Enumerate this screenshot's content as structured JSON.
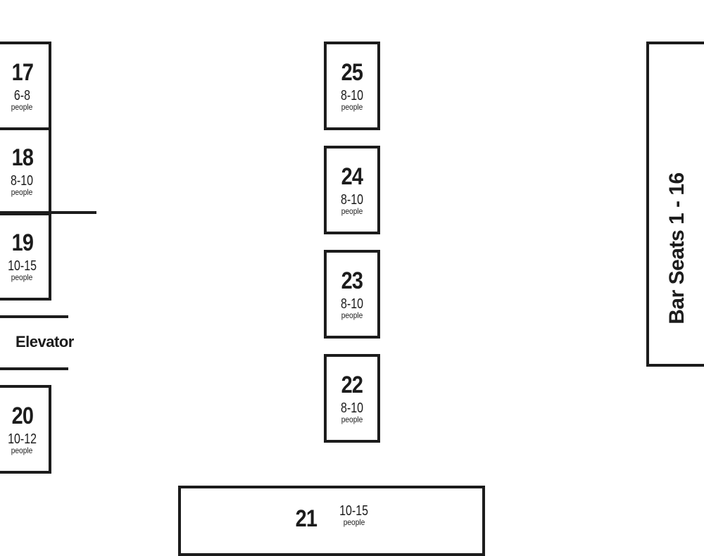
{
  "tables": [
    {
      "id": "17",
      "capacity": "6-8",
      "unit": "people"
    },
    {
      "id": "18",
      "capacity": "8-10",
      "unit": "people"
    },
    {
      "id": "19",
      "capacity": "10-15",
      "unit": "people"
    },
    {
      "id": "20",
      "capacity": "10-12",
      "unit": "people"
    },
    {
      "id": "21",
      "capacity": "10-15",
      "unit": "people"
    },
    {
      "id": "22",
      "capacity": "8-10",
      "unit": "people"
    },
    {
      "id": "23",
      "capacity": "8-10",
      "unit": "people"
    },
    {
      "id": "24",
      "capacity": "8-10",
      "unit": "people"
    },
    {
      "id": "25",
      "capacity": "8-10",
      "unit": "people"
    }
  ],
  "elevator": {
    "label": "Elevator"
  },
  "bar": {
    "label": "Bar Seats 1 - 16"
  },
  "colors": {
    "ink": "#1c1c1c",
    "background": "#ffffff"
  }
}
